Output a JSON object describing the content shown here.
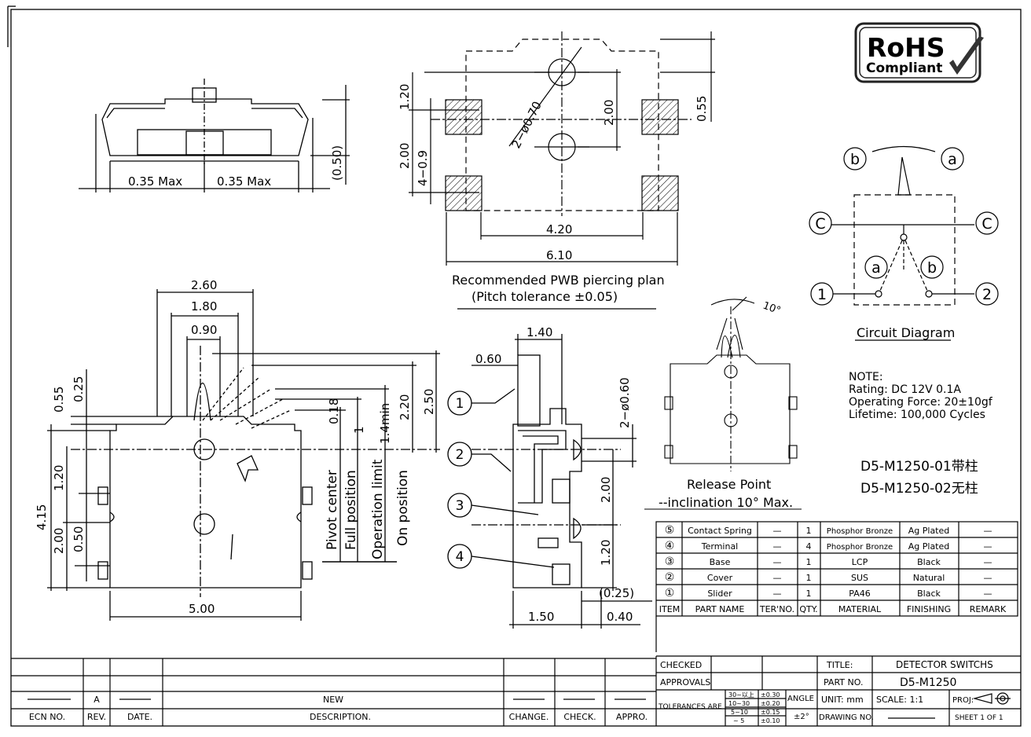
{
  "rohs": {
    "line1": "RoHS",
    "line2": "Compliant"
  },
  "top_view": {
    "dim_left": "0.35  Max",
    "dim_right": "0.35  Max",
    "dim_height": "(0.50)"
  },
  "pwb_plan": {
    "dim_120": "1.20",
    "dim_200_left": "2.00",
    "dim_4_09": "4−0.9",
    "dim_hole": "2−ø0.70",
    "dim_200_mid": "2.00",
    "dim_055": "0.55",
    "dim_420": "4.20",
    "dim_610": "6.10",
    "caption1": "Recommended PWB piercing plan",
    "caption2": "(Pitch tolerance ±0.05)"
  },
  "front_view": {
    "dim_260": "2.60",
    "dim_180": "1.80",
    "dim_090": "0.90",
    "dim_055": "0.55",
    "dim_025": "0.25",
    "dim_018": "0.18",
    "dim_1": "1",
    "dim_14min": "1.4min",
    "dim_220": "2.20",
    "dim_250": "2.50",
    "dim_415": "4.15",
    "dim_120": "1.20",
    "dim_200": "2.00",
    "dim_050": "0.50",
    "dim_500": "5.00",
    "lbl_pivot": "Pivot center",
    "lbl_full": "Full position",
    "lbl_oplimit": "Operation limit",
    "lbl_on": "On position"
  },
  "side_view": {
    "dim_140": "1.40",
    "dim_060": "0.60",
    "dim_hole": "2−ø0.60",
    "dim_200": "2.00",
    "dim_120": "1.20",
    "dim_025": "(0.25)",
    "dim_150": "1.50",
    "dim_040": "0.40",
    "balloons": [
      "1",
      "2",
      "3",
      "4"
    ]
  },
  "release": {
    "angle": "10°",
    "caption1": "Release Point",
    "caption2": "--inclination 10° Max."
  },
  "circuit": {
    "b": "b",
    "a": "a",
    "c": "C",
    "n1": "1",
    "n2": "2",
    "caption": "Circuit Diagram"
  },
  "note": {
    "title": "NOTE:",
    "rating": "Rating: DC 12V 0.1A",
    "force": "Operating Force: 20±10gf",
    "life": "Lifetime:  100,000 Cycles"
  },
  "models": {
    "m1": "D5-M1250-01带柱",
    "m2": "D5-M1250-02无柱"
  },
  "bom": {
    "rows": [
      {
        "no": "⑤",
        "part": "Contact Spring",
        "ter": "—",
        "qty": "1",
        "mat": "Phosphor Bronze",
        "fin": "Ag Plated",
        "rem": "—"
      },
      {
        "no": "④",
        "part": "Terminal",
        "ter": "—",
        "qty": "4",
        "mat": "Phosphor Bronze",
        "fin": "Ag Plated",
        "rem": "—"
      },
      {
        "no": "③",
        "part": "Base",
        "ter": "—",
        "qty": "1",
        "mat": "LCP",
        "fin": "Black",
        "rem": "—"
      },
      {
        "no": "②",
        "part": "Cover",
        "ter": "—",
        "qty": "1",
        "mat": "SUS",
        "fin": "Natural",
        "rem": "—"
      },
      {
        "no": "①",
        "part": "Slider",
        "ter": "—",
        "qty": "1",
        "mat": "PA46",
        "fin": "Black",
        "rem": "—"
      }
    ],
    "headers": {
      "item": "ITEM",
      "part": "PART NAME",
      "ter": "TER'NO.",
      "qty": "QTY.",
      "mat": "MATERIAL",
      "fin": "FINISHING",
      "rem": "REMARK"
    }
  },
  "title_block": {
    "checked": "CHECKED",
    "approvals": "APPROVALS",
    "title_lbl": "TITLE:",
    "title_val": "DETECTOR SWITCHS",
    "part_lbl": "PART NO.",
    "part_val": "D5-M1250",
    "tol_lbl": "TOLERANCES ARE",
    "tol_r1a": "30~以上",
    "tol_r1b": "±0.30",
    "tol_r2a": "10~30",
    "tol_r2b": "±0.20",
    "tol_r3a": "5~10",
    "tol_r3b": "±0.15",
    "tol_r4a": "~ 5",
    "tol_r4b": "±0.10",
    "angle_lbl": "ANGLE",
    "angle_val": "±2°",
    "unit": "UNIT:  mm",
    "scale": "SCALE:   1:1",
    "proj": "PROJ:",
    "drawing_no": "DRAWING NO.",
    "sheet": "SHEET    1  OF  1"
  },
  "revision": {
    "rev": "A",
    "desc": "NEW",
    "h_ecn": "ECN NO.",
    "h_rev": "REV.",
    "h_date": "DATE.",
    "h_desc": "DESCRIPTION.",
    "h_change": "CHANGE.",
    "h_check": "CHECK.",
    "h_appro": "APPRO."
  }
}
